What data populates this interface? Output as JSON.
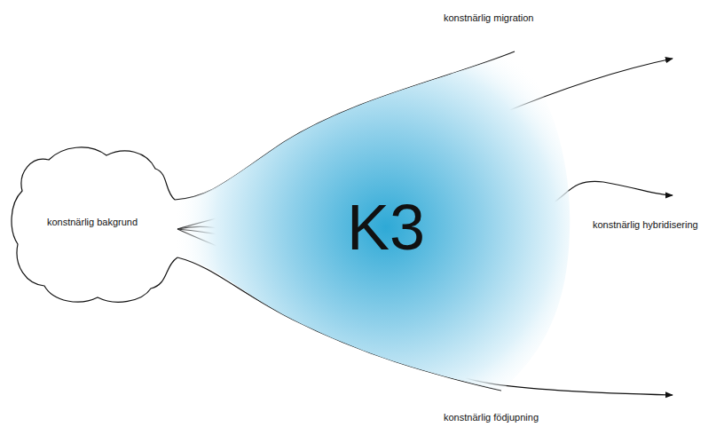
{
  "diagram": {
    "nodes": [
      {
        "text": [
          "konstnärlig bakgrund"
        ]
      },
      {
        "text": [
          "K3"
        ]
      }
    ],
    "labels": [
      "konstnärlig migration",
      "konstnärlig hybridisering",
      "konstnärlig födjupning"
    ]
  }
}
